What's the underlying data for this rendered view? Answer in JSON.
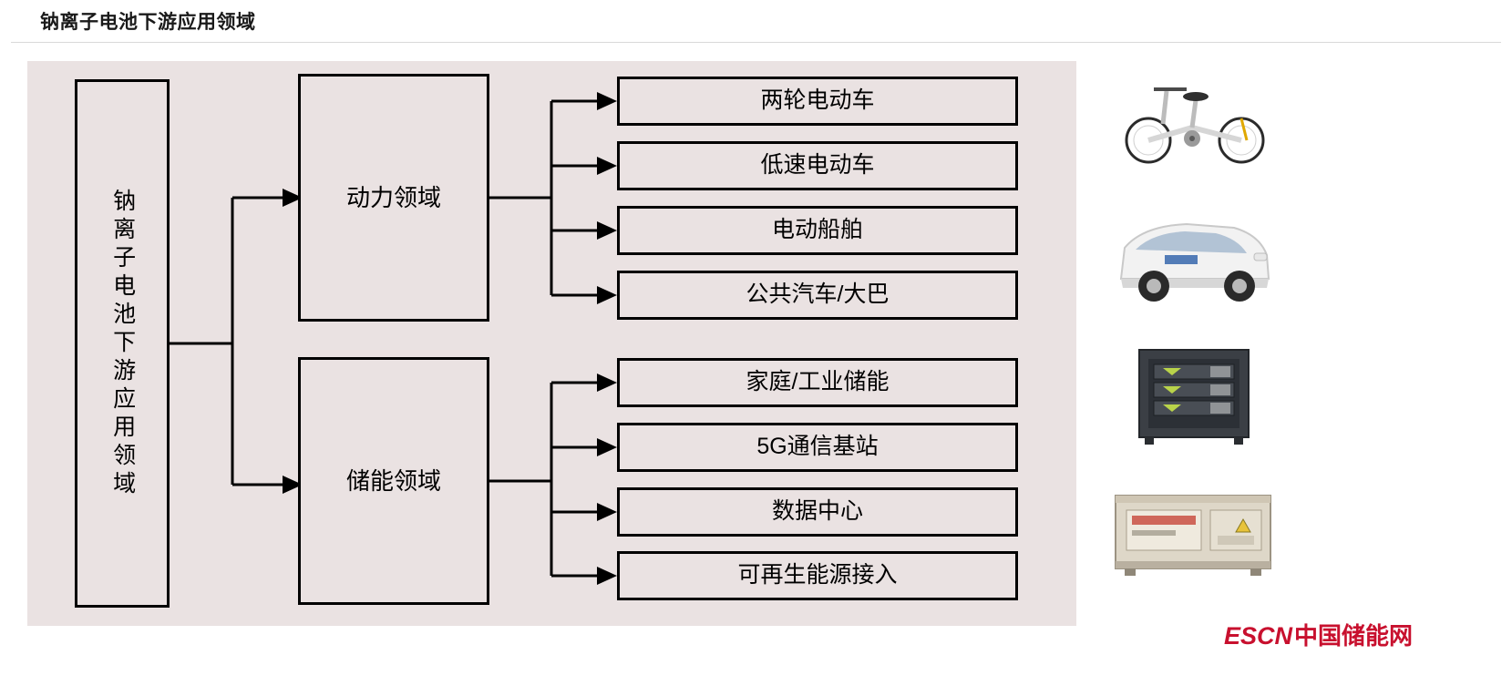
{
  "header": {
    "title": "钠离子电池下游应用领域"
  },
  "diagram": {
    "root": {
      "label": "钠离子电池下游应用领域"
    },
    "categories": [
      {
        "id": "power",
        "label": "动力领域"
      },
      {
        "id": "storage",
        "label": "储能领域"
      }
    ],
    "leaves": [
      {
        "label": "两轮电动车",
        "parent": "power"
      },
      {
        "label": "低速电动车",
        "parent": "power"
      },
      {
        "label": "电动船舶",
        "parent": "power"
      },
      {
        "label": "公共汽车/大巴",
        "parent": "power"
      },
      {
        "label": "家庭/工业储能",
        "parent": "storage"
      },
      {
        "label": "5G通信基站",
        "parent": "storage"
      },
      {
        "label": "数据中心",
        "parent": "storage"
      },
      {
        "label": "可再生能源接入",
        "parent": "storage"
      }
    ],
    "colors": {
      "panel_background": "#eae2e2",
      "node_border": "#000000",
      "node_fill": "#eae2e2",
      "connector": "#000000"
    }
  },
  "photos": [
    {
      "name": "folding-electric-bicycle-photo",
      "alt": "白色折叠电动自行车"
    },
    {
      "name": "low-speed-electric-car-photo",
      "alt": "白色低速电动汽车"
    },
    {
      "name": "energy-storage-cabinet-photo",
      "alt": "黑色储能电池柜"
    },
    {
      "name": "container-energy-storage-photo",
      "alt": "集装箱式储能系统"
    }
  ],
  "logo": {
    "mark": "ESCN",
    "text": "中国储能网",
    "color": "#c8102e"
  }
}
